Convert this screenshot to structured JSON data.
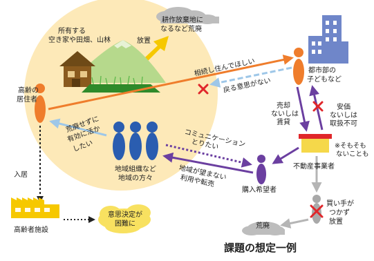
{
  "labels": {
    "owned_line1": "所有する",
    "owned_line2": "空き家や田畑、山林",
    "neglect": "放置",
    "abandoned_line1": "耕作放棄地に",
    "abandoned_line2": "なるなど荒廃",
    "elderly_line1": "高齢の",
    "elderly_line2": "居住者",
    "inherit_request": "相続し住んでほしい",
    "no_return": "戻る意思がない",
    "urban_line1": "都市部の",
    "urban_line2": "子どもなど",
    "sell_line1": "売却",
    "sell_line2": "ないしは",
    "sell_line3": "賃貸",
    "cheap_line1": "安価",
    "cheap_line2": "ないしは",
    "cheap_line3": "取扱不可",
    "note_line1": "※そもそも",
    "note_line2": "ないことも",
    "agent": "不動産事業者",
    "utilize_line1": "荒廃せずに",
    "utilize_line2": "有効に活か",
    "utilize_line3": "したい",
    "community_line1": "地域組織など",
    "community_line2": "地域の方々",
    "communicate_line1": "コミュニケーション",
    "communicate_line2": "とりたい",
    "unwanted_line1": "地域が望まない",
    "unwanted_line2": "利用や転売",
    "buyer": "購入希望者",
    "move_in": "入居",
    "facility": "高齢者施設",
    "decision_line1": "意思決定が",
    "decision_line2": "困難に",
    "no_buyer_line1": "買い手が",
    "no_buyer_line2": "つかず",
    "no_buyer_line3": "放置",
    "ruin": "荒廃",
    "caption": "課題の想定一例"
  },
  "colors": {
    "circle_bg": "#fde9b8",
    "orange": "#ef7d2c",
    "blue_person": "#2a5db0",
    "purple": "#6b3fa0",
    "yellow": "#f6c800",
    "yellow_box": "#f5d84a",
    "red_x": "#e0262a",
    "light_blue": "#9ec7e8",
    "building": "#6f86c9",
    "grey": "#a9a9a9",
    "green_mountain": "#b6d98c",
    "house": "#6e4a17"
  }
}
